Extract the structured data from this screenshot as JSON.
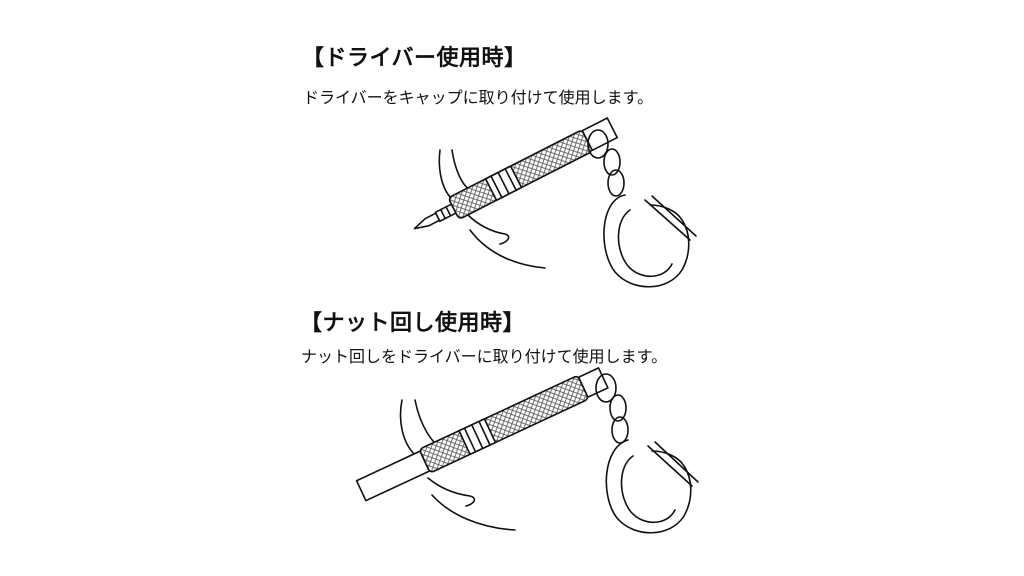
{
  "sections": [
    {
      "heading": "【ドライバー使用時】",
      "description": "ドライバーをキャップに取り付けて使用します。"
    },
    {
      "heading": "【ナット回し使用時】",
      "description": "ナット回しをドライバーに取り付けて使用します。"
    }
  ],
  "colors": {
    "line": "#111111",
    "knurl_fill": "#9a9a9a",
    "background": "#ffffff"
  },
  "icons": [
    "hand-illustration",
    "screwdriver-illustration",
    "keyring-carabiner-illustration"
  ]
}
